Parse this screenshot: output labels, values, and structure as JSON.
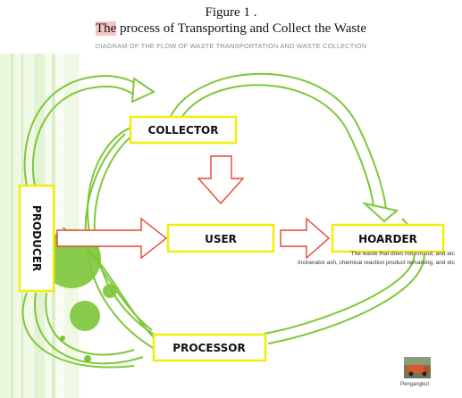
{
  "figure": {
    "number": "Figure 1 .",
    "title_highlight": "The",
    "title_rest": " process of Transporting and Collect the Waste",
    "subtitle": "DIAGRAM OF THE FLOW OF WASTE TRANSPORTATION AND WASTE COLLECTION"
  },
  "nodes": {
    "collector": "COLLECTOR",
    "producer": "PRODUCER",
    "user": "USER",
    "hoarder": "HOARDER",
    "processor": "PROCESSOR"
  },
  "notes": [
    "The waste that does not run out, and etc",
    "Incinerator ash, chemical reaction product remaining, and etc"
  ],
  "transport": {
    "caption": "Pengangkut",
    "icon": "truck-icon"
  },
  "colors": {
    "box_border": "#f2ee0a",
    "arrow_red": "#e8442e",
    "arrow_green": "#7ec83a",
    "circle_green": "#7cc63a"
  }
}
